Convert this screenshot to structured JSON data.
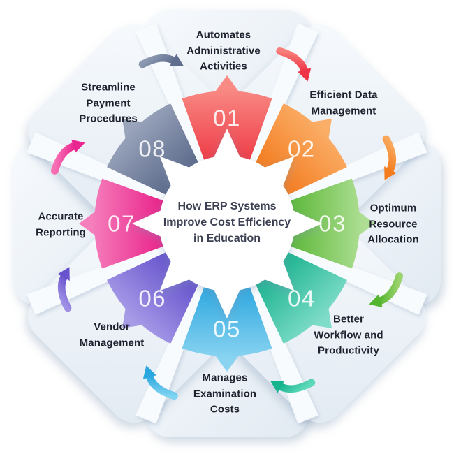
{
  "diagram": {
    "title": "How ERP Systems\nImprove Cost Efficiency\nin Education",
    "title_color": "#3b4052",
    "label_color": "#1f222e",
    "petal_colors": [
      "#f7fafd",
      "#e2eaf2"
    ],
    "ray_color": "#f8fbfd",
    "center_circle_color": "#ffffff",
    "number_color": "rgba(255,255,255,0.88)",
    "icons": {
      "segment_arrow": "curved-arrow-icon"
    },
    "segments": [
      {
        "number": "01",
        "label": "Automates\nAdministrative\nActivities",
        "color": "#f4575c",
        "gradient": [
          "#f98b85",
          "#ee3a46"
        ],
        "arrow_gradient": [
          "#f87e79",
          "#ef3347"
        ]
      },
      {
        "number": "02",
        "label": "Efficient Data\nManagement",
        "color": "#f68f42",
        "gradient": [
          "#faae67",
          "#f37a1e"
        ],
        "arrow_gradient": [
          "#f9a75b",
          "#f47c1c"
        ]
      },
      {
        "number": "03",
        "label": "Optimum\nResource\nAllocation",
        "color": "#84cb5e",
        "gradient": [
          "#aede93",
          "#5bb737"
        ],
        "arrow_gradient": [
          "#9bd36e",
          "#54b52f"
        ]
      },
      {
        "number": "04",
        "label": "Better\nWorkflow and\nProductivity",
        "color": "#45c7ab",
        "gradient": [
          "#7edcc8",
          "#19b28e"
        ],
        "arrow_gradient": [
          "#5ed9ba",
          "#17b38f"
        ]
      },
      {
        "number": "05",
        "label": "Manages\nExamination\nCosts",
        "color": "#4fbbe8",
        "gradient": [
          "#8ad4f1",
          "#2ba6df"
        ],
        "arrow_gradient": [
          "#7fd4f2",
          "#2ba7e0"
        ]
      },
      {
        "number": "06",
        "label": "Vendor\nManagement",
        "color": "#8273d9",
        "gradient": [
          "#a79be7",
          "#6350cb"
        ],
        "arrow_gradient": [
          "#a090e5",
          "#6852ce"
        ]
      },
      {
        "number": "07",
        "label": "Accurate\nReporting",
        "color": "#ef4fa2",
        "gradient": [
          "#f57fbc",
          "#e91f88"
        ],
        "arrow_gradient": [
          "#f771b4",
          "#ea2490"
        ]
      },
      {
        "number": "08",
        "label": "Streamline\nPayment\nProcedures",
        "color": "#78829f",
        "gradient": [
          "#9aa5bc",
          "#5a6889"
        ],
        "arrow_gradient": [
          "#8c98b1",
          "#5f6d8e"
        ]
      }
    ]
  }
}
